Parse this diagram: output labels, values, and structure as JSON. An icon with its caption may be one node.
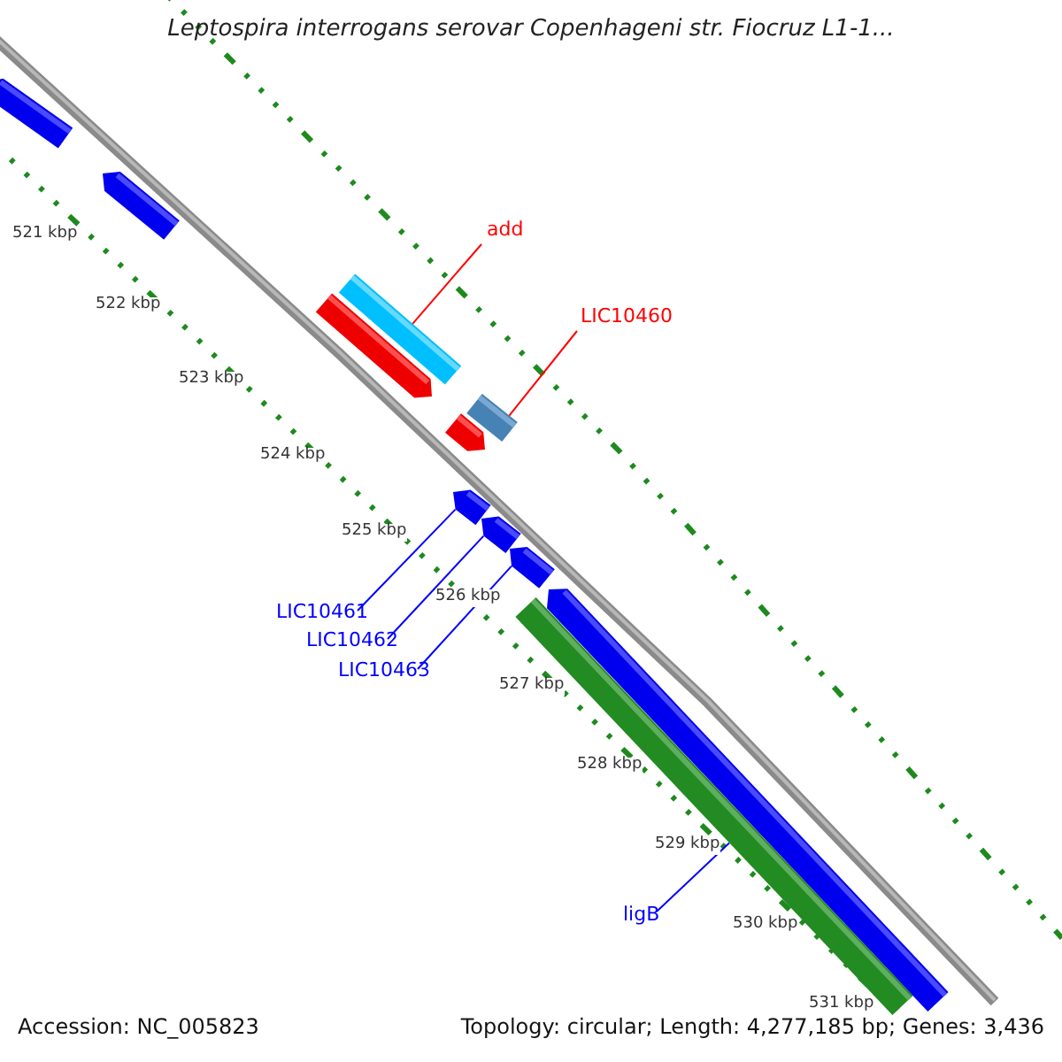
{
  "diagram": {
    "title": "Leptospira interrogans serovar Copenhageni str. Fiocruz L1-1...",
    "nodes": [
      {
        "text": [
          "add"
        ]
      },
      {
        "text": [
          "LIC10460"
        ]
      },
      {
        "text": [
          "LIC10461"
        ]
      },
      {
        "text": [
          "LIC10462"
        ]
      },
      {
        "text": [
          "LIC10463"
        ]
      },
      {
        "text": [
          "ligB"
        ]
      },
      {
        "text": [],
        "shape": "bar"
      },
      {
        "text": [],
        "shape": "bar"
      },
      {
        "text": [],
        "shape": "bar"
      },
      {
        "text": [],
        "shape": "bar"
      },
      {
        "text": [],
        "shape": "bar"
      },
      {
        "text": [],
        "shape": "bar"
      },
      {
        "text": [],
        "shape": "bar"
      },
      {
        "text": [],
        "shape": "bar"
      },
      {
        "text": [],
        "shape": "bar"
      },
      {
        "text": [],
        "shape": "bar"
      },
      {
        "text": [],
        "shape": "bar"
      }
    ],
    "edges": [
      {
        "from": 0,
        "to": 9,
        "arrow": "none",
        "color": "#ff0000"
      },
      {
        "from": 1,
        "to": 11,
        "arrow": "none",
        "color": "#ff0000"
      },
      {
        "from": 2,
        "to": 12,
        "arrow": "none"
      },
      {
        "from": 3,
        "to": 13,
        "arrow": "none"
      },
      {
        "from": 4,
        "to": 14,
        "arrow": "none"
      },
      {
        "from": 5,
        "to": 16,
        "arrow": "none"
      }
    ],
    "labels": [
      "521 kbp",
      "522 kbp",
      "523 kbp",
      "524 kbp",
      "525 kbp",
      "526 kbp",
      "527 kbp",
      "528 kbp",
      "529 kbp",
      "530 kbp",
      "531 kbp",
      "Accession: NC_005823",
      "Topology: circular; Length: 4,277,185 bp; Genes: 3,436"
    ]
  }
}
